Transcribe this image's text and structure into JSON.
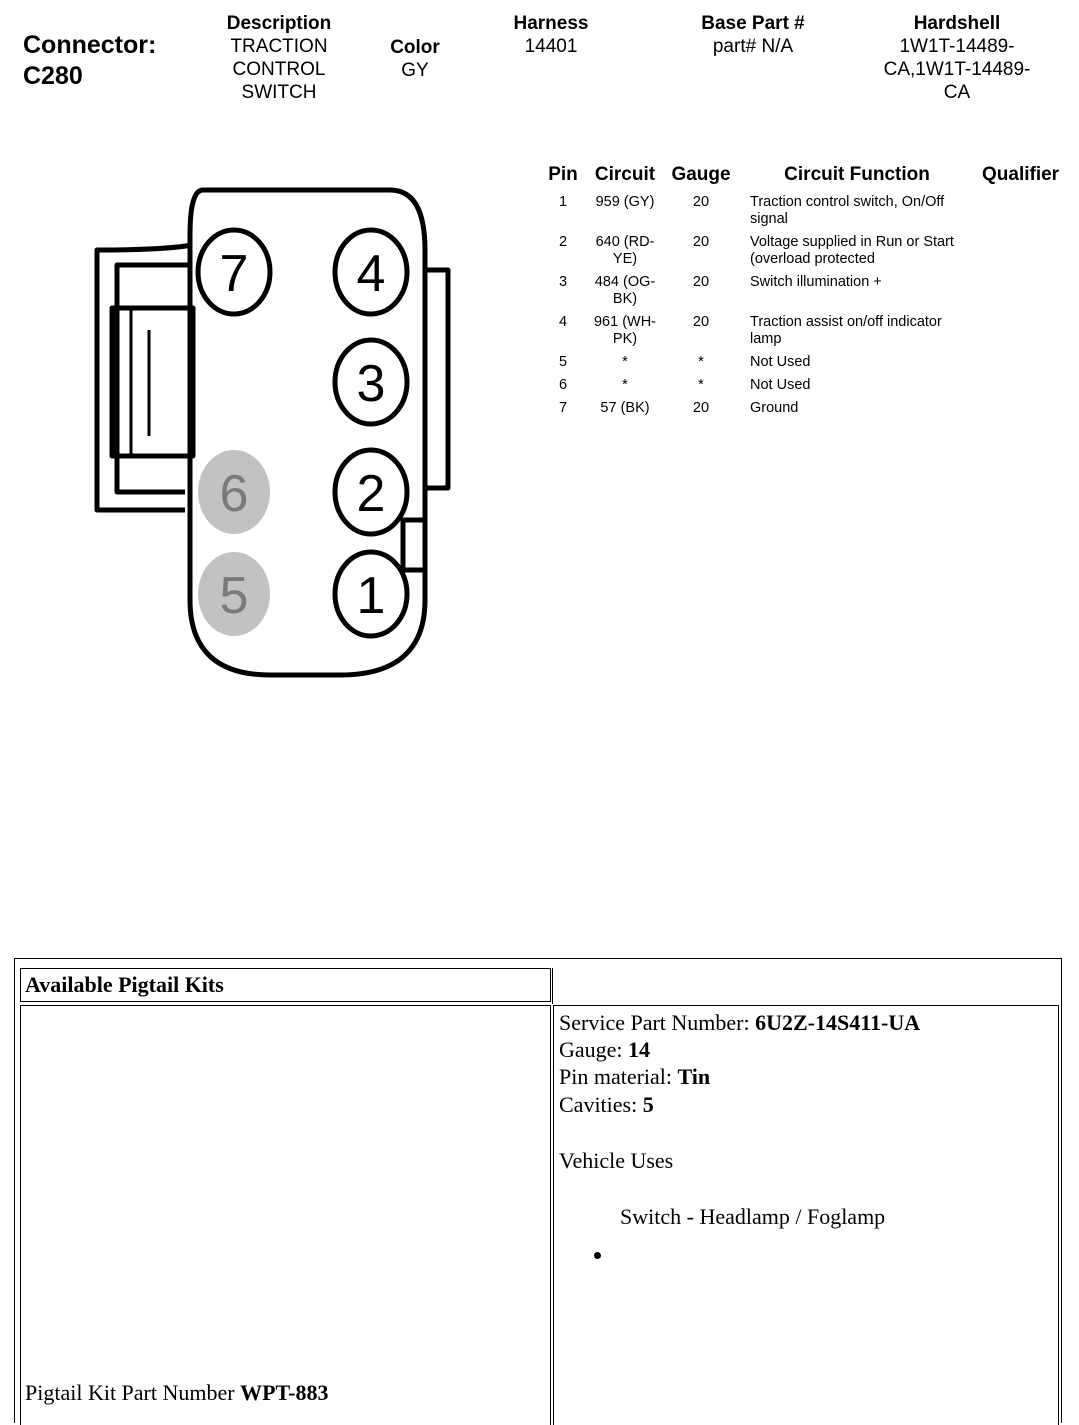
{
  "connector": {
    "label": "Connector:",
    "id": "C280"
  },
  "header": {
    "description": {
      "title": "Description",
      "lines": [
        "TRACTION",
        "CONTROL",
        "SWITCH"
      ]
    },
    "color": {
      "title": "Color",
      "value": "GY"
    },
    "harness": {
      "title": "Harness",
      "value": "14401"
    },
    "base_part": {
      "title": "Base Part #",
      "value": "part# N/A"
    },
    "hardshell": {
      "title": "Hardshell",
      "lines": [
        "1W1T-14489-",
        "CA,1W1T-14489-",
        "CA"
      ]
    }
  },
  "diagram": {
    "pins": [
      {
        "label": "7",
        "used": true
      },
      {
        "label": "4",
        "used": true
      },
      {
        "label": "3",
        "used": true
      },
      {
        "label": "6",
        "used": false
      },
      {
        "label": "2",
        "used": true
      },
      {
        "label": "5",
        "used": false
      },
      {
        "label": "1",
        "used": true
      }
    ],
    "unused_fill": "#c2c2c2",
    "unused_text": "#7a7a7a"
  },
  "pin_table": {
    "headers": [
      "Pin",
      "Circuit",
      "Gauge",
      "Circuit Function",
      "Qualifier"
    ],
    "rows": [
      {
        "pin": "1",
        "circuit": "959 (GY)",
        "gauge": "20",
        "function": "Traction control switch, On/Off signal",
        "qualifier": ""
      },
      {
        "pin": "2",
        "circuit": "640 (RD-YE)",
        "gauge": "20",
        "function": "Voltage supplied in Run or Start (overload protected",
        "qualifier": ""
      },
      {
        "pin": "3",
        "circuit": "484 (OG-BK)",
        "gauge": "20",
        "function": "Switch illumination +",
        "qualifier": ""
      },
      {
        "pin": "4",
        "circuit": "961 (WH-PK)",
        "gauge": "20",
        "function": "Traction assist on/off indicator lamp",
        "qualifier": ""
      },
      {
        "pin": "5",
        "circuit": "*",
        "gauge": "*",
        "function": "Not Used",
        "qualifier": ""
      },
      {
        "pin": "6",
        "circuit": "*",
        "gauge": "*",
        "function": "Not Used",
        "qualifier": ""
      },
      {
        "pin": "7",
        "circuit": "57 (BK)",
        "gauge": "20",
        "function": "Ground",
        "qualifier": ""
      }
    ]
  },
  "pigtail": {
    "title": "Available Pigtail Kits",
    "service_part_label": "Service Part Number: ",
    "service_part_value": "6U2Z-14S411-UA",
    "gauge_label": "Gauge: ",
    "gauge_value": "14",
    "pin_material_label": "Pin material: ",
    "pin_material_value": "Tin",
    "cavities_label": "Cavities: ",
    "cavities_value": "5",
    "vehicle_uses_label": "Vehicle Uses",
    "vehicle_uses": [
      "Switch - Headlamp / Foglamp"
    ],
    "kit_part_label": "Pigtail Kit Part Number ",
    "kit_part_value": "WPT-883"
  }
}
